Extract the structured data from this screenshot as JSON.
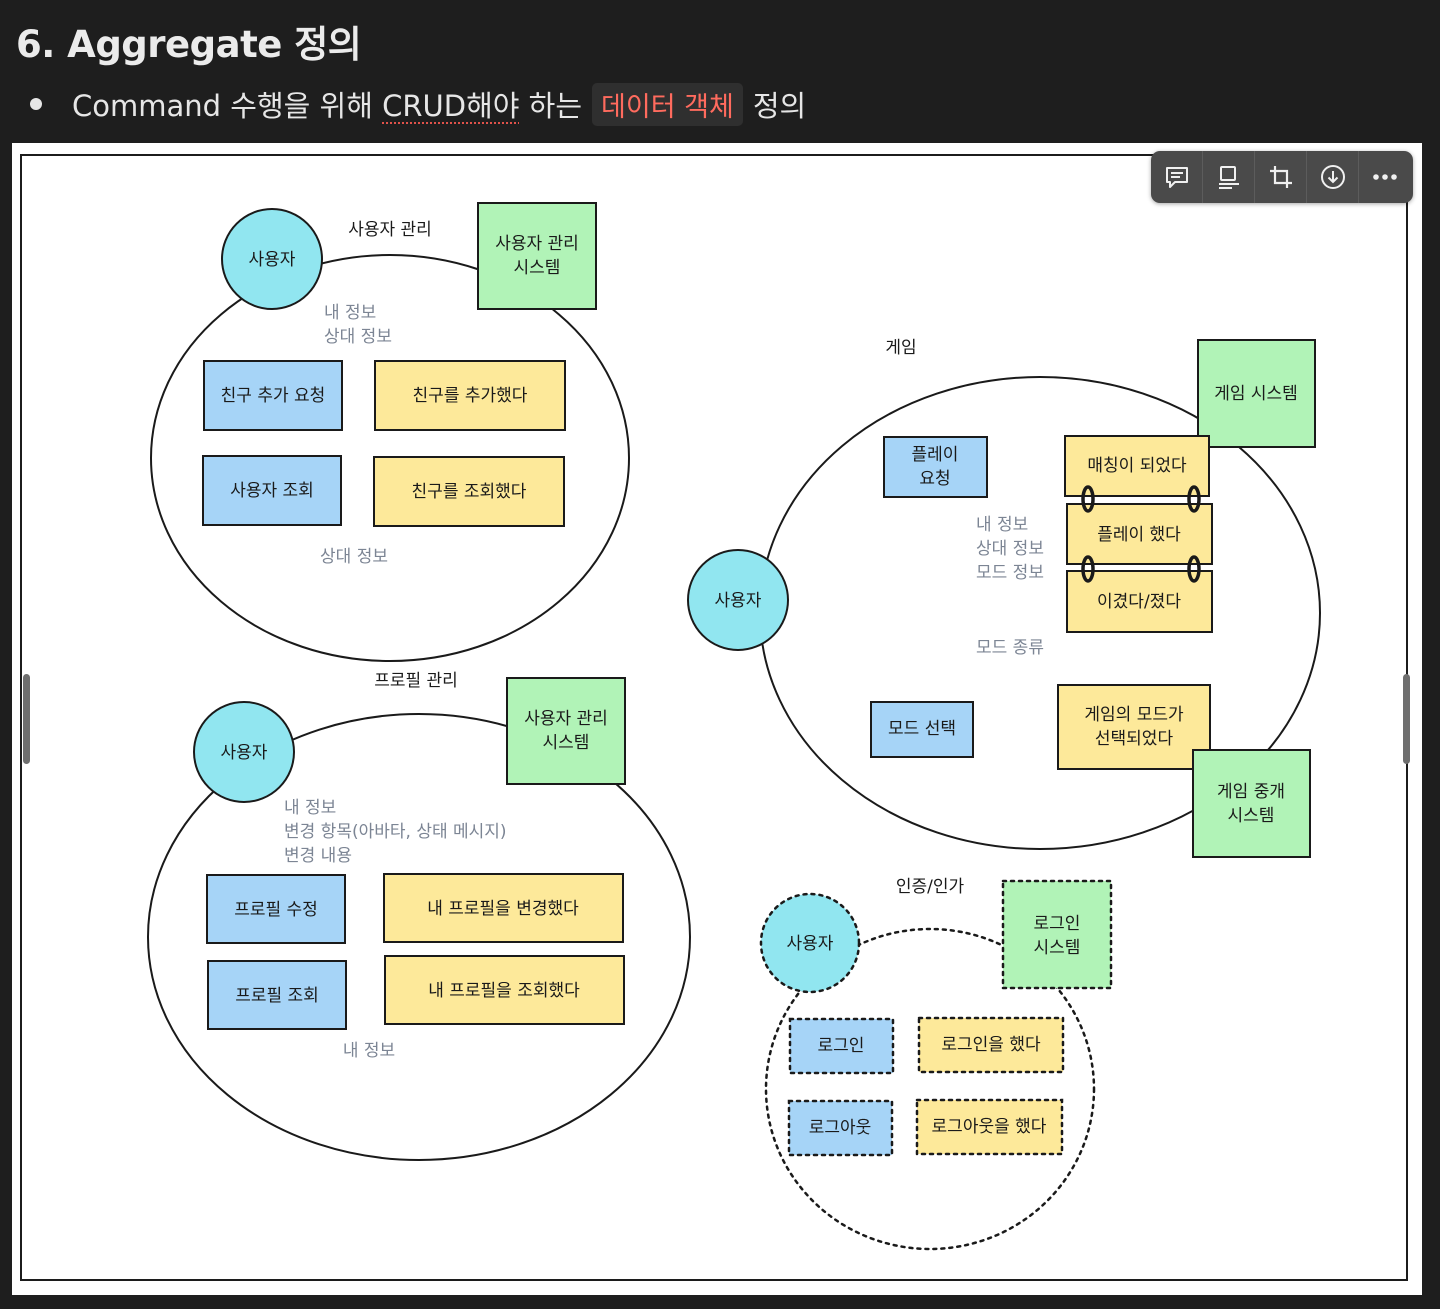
{
  "heading": "6. Aggregate 정의",
  "bullet": {
    "prefix": "Command 수행을 위해 ",
    "underlined": "CRUD해야",
    "middle": " 하는",
    "code": "데이터 객체",
    "suffix": "정의"
  },
  "toolbar": {
    "comment_icon": "comment-icon",
    "caption_icon": "caption-icon",
    "crop_icon": "crop-icon",
    "download_icon": "download-icon",
    "more_icon": "more-icon"
  },
  "colors": {
    "actor": "#91e6f0",
    "command": "#a6d4f7",
    "event": "#fde99a",
    "external_system": "#b1f3b7",
    "label_gray": "#7c8594"
  },
  "diagram": {
    "user_mgmt": {
      "title": "사용자 관리",
      "actor": "사용자",
      "system": [
        "사용자 관리",
        "시스템"
      ],
      "info": [
        "내 정보",
        "상대 정보"
      ],
      "commands": [
        "친구 추가 요청",
        "사용자 조회"
      ],
      "events": [
        "친구를 추가했다",
        "친구를 조회했다"
      ],
      "bottom_info": "상대 정보"
    },
    "profile_mgmt": {
      "title": "프로필 관리",
      "actor": "사용자",
      "system": [
        "사용자 관리",
        "시스템"
      ],
      "info": [
        "내 정보",
        "변경 항목(아바타, 상태 메시지)",
        "변경 내용"
      ],
      "commands": [
        "프로필 수정",
        "프로필 조회"
      ],
      "events": [
        "내 프로필을 변경했다",
        "내 프로필을 조회했다"
      ],
      "bottom_info": "내 정보"
    },
    "game": {
      "title": "게임",
      "actor": "사용자",
      "system": "게임 시스템",
      "broker": [
        "게임 중개",
        "시스템"
      ],
      "play_request": [
        "플레이",
        "요청"
      ],
      "events": [
        "매칭이 되었다",
        "플레이 했다",
        "이겼다/졌다"
      ],
      "info": [
        "내 정보",
        "상대 정보",
        "모드 정보"
      ],
      "mode_kind": "모드 종류",
      "mode_select": "모드 선택",
      "mode_event": [
        "게임의 모드가",
        "선택되었다"
      ]
    },
    "auth": {
      "title": "인증/인가",
      "actor": "사용자",
      "system": [
        "로그인",
        "시스템"
      ],
      "commands": [
        "로그인",
        "로그아웃"
      ],
      "events": [
        "로그인을 했다",
        "로그아웃을 했다"
      ]
    }
  }
}
